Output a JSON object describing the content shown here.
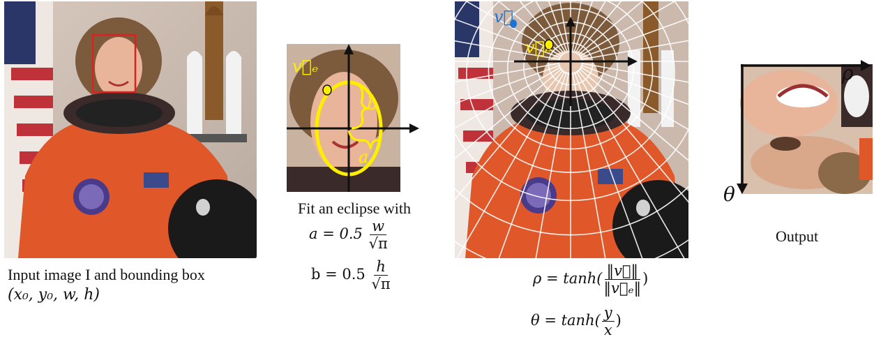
{
  "panel1": {
    "caption_line1": "Input image I and bounding box",
    "caption_line2": "(x₀, y₀, w, h)"
  },
  "panel2": {
    "caption": "Fit an eclipse with",
    "eq_a_lhs": "a = 0.5",
    "eq_a_num": "w",
    "eq_a_den": "√π",
    "eq_b_lhs": "b = 0.5",
    "eq_b_num": "h",
    "eq_b_den": "√π",
    "label_ve": "v⃗ₑ",
    "label_a": "a",
    "label_b": "b"
  },
  "panel3": {
    "label_v": "v⃗",
    "label_ve": "v⃗ₑ",
    "eq_rho_lhs": "ρ = tanh(",
    "eq_rho_num": "‖v⃗‖",
    "eq_rho_den": "‖v⃗ₑ‖",
    "eq_rho_rhs": ")",
    "eq_theta_lhs": "θ = tanh(",
    "eq_theta_num": "y",
    "eq_theta_den": "x",
    "eq_theta_rhs": ")"
  },
  "panel4": {
    "caption": "Output",
    "axis_rho": "ρ",
    "axis_theta": "θ"
  },
  "colors": {
    "annotation_yellow": "#ffee00",
    "blue_point": "#1e73d2",
    "bbox_red": "#e02020",
    "suit_orange": "#e0582a",
    "grid_white": "#ffffff"
  }
}
